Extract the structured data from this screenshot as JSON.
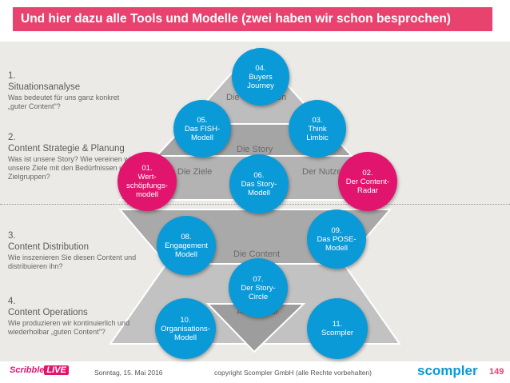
{
  "title": "Und hier dazu alle Tools und Modelle (zwei haben wir schon besprochen)",
  "sections": [
    {
      "num": "1.",
      "head": "Situationsanalyse",
      "desc": "Was bedeutet für uns ganz konkret „guter Content\"?"
    },
    {
      "num": "2.",
      "head": "Content Strategie & Planung",
      "desc": "Was ist unsere Story? Wie vereinen wir unsere Ziele mit den Bedürfnissen unserer Zielgruppen?"
    },
    {
      "num": "3.",
      "head": "Content Distribution",
      "desc": "Wie inszenieren Sie diesen Content und distribuieren ihn?"
    },
    {
      "num": "4.",
      "head": "Content Operations",
      "desc": "Wie produzieren wir kontinuierlich und wiederholbar „guten Content\"?"
    }
  ],
  "layers": {
    "conversion": "Die Conversion",
    "story": "Die Story",
    "ziele": "Die Ziele",
    "nutzer": "Der Nutzer",
    "content": "Die Content",
    "architektur": "Architektur"
  },
  "circles": [
    {
      "id": "01",
      "lines": [
        "01.",
        "Wert-",
        "schöpfungs-",
        "modell"
      ],
      "color": "pink"
    },
    {
      "id": "02",
      "lines": [
        "02.",
        "Der Content-",
        "Radar"
      ],
      "color": "pink"
    },
    {
      "id": "03",
      "lines": [
        "03.",
        "Think",
        "Limbic"
      ],
      "color": "blue"
    },
    {
      "id": "04",
      "lines": [
        "04.",
        "Buyers",
        "Journey"
      ],
      "color": "blue"
    },
    {
      "id": "05",
      "lines": [
        "05.",
        "Das FISH-",
        "Modell"
      ],
      "color": "blue"
    },
    {
      "id": "06",
      "lines": [
        "06.",
        "Das Story-",
        "Modell"
      ],
      "color": "blue"
    },
    {
      "id": "07",
      "lines": [
        "07.",
        "Der Story-",
        "Circle"
      ],
      "color": "blue"
    },
    {
      "id": "08",
      "lines": [
        "08.",
        "Engagement",
        "Modell"
      ],
      "color": "blue"
    },
    {
      "id": "09",
      "lines": [
        "09.",
        "Das POSE-",
        "Modell"
      ],
      "color": "blue"
    },
    {
      "id": "10",
      "lines": [
        "10.",
        "Organisations-",
        "Modell"
      ],
      "color": "blue"
    },
    {
      "id": "11",
      "lines": [
        "11.",
        "Scompler"
      ],
      "color": "blue"
    }
  ],
  "footer": {
    "date": "Sonntag, 15. Mai 2016",
    "copyright": "copyright Scompler GmbH (alle Rechte vorbehalten)",
    "page": "149",
    "logo_left_a": "Scribble",
    "logo_left_b": "LIVE",
    "logo_right": "scompler"
  },
  "colors": {
    "title_bg": "#e8426f",
    "blue": "#0a9ad8",
    "pink": "#e2156e"
  }
}
